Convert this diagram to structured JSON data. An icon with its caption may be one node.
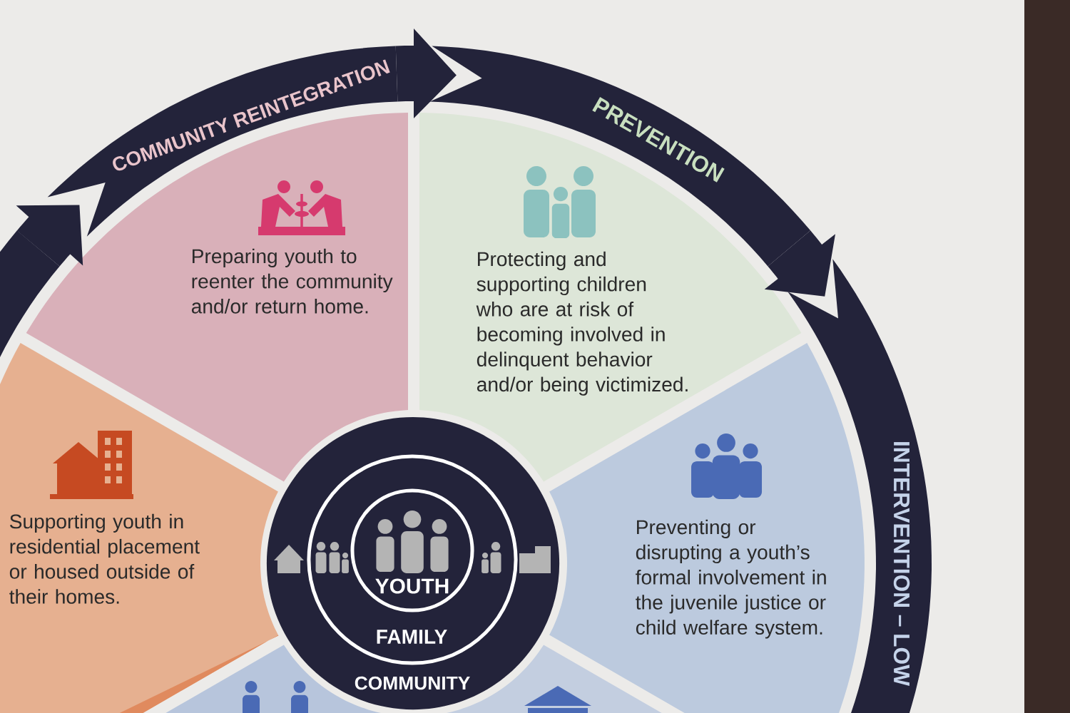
{
  "diagram": {
    "nodes": [
      {
        "text": [
          "COMMUNITY REINTEGRATION"
        ]
      },
      {
        "text": [
          "Preparing youth to reenter the community and/or return home."
        ]
      },
      {
        "text": [
          "PREVENTION"
        ]
      },
      {
        "text": [
          "Protecting and supporting children who are at risk of becoming involved in delinquent behavior and/or being victimized."
        ]
      },
      {
        "text": [
          "Supporting youth in residential placement or housed outside of their homes."
        ]
      },
      {
        "text": [
          "INTERVENTION – LOW"
        ]
      },
      {
        "text": [
          "Preventing or disrupting a youth’s formal involvement in the juvenile justice or child welfare system."
        ]
      },
      {
        "text": [
          "COMMUNITY"
        ]
      },
      {
        "text": [
          "FAMILY"
        ],
        "in": 7
      },
      {
        "text": [
          "YOUTH"
        ],
        "in": 8
      },
      {
        "text": [],
        "shape": "wedge"
      },
      {
        "text": [],
        "shape": "wedge"
      },
      {
        "text": [],
        "shape": "arrow"
      }
    ],
    "edges": [
      {
        "from": 12,
        "to": 0,
        "arrow": "to"
      },
      {
        "from": 0,
        "to": 2,
        "arrow": "to"
      },
      {
        "from": 2,
        "to": 5,
        "arrow": "to"
      }
    ]
  }
}
